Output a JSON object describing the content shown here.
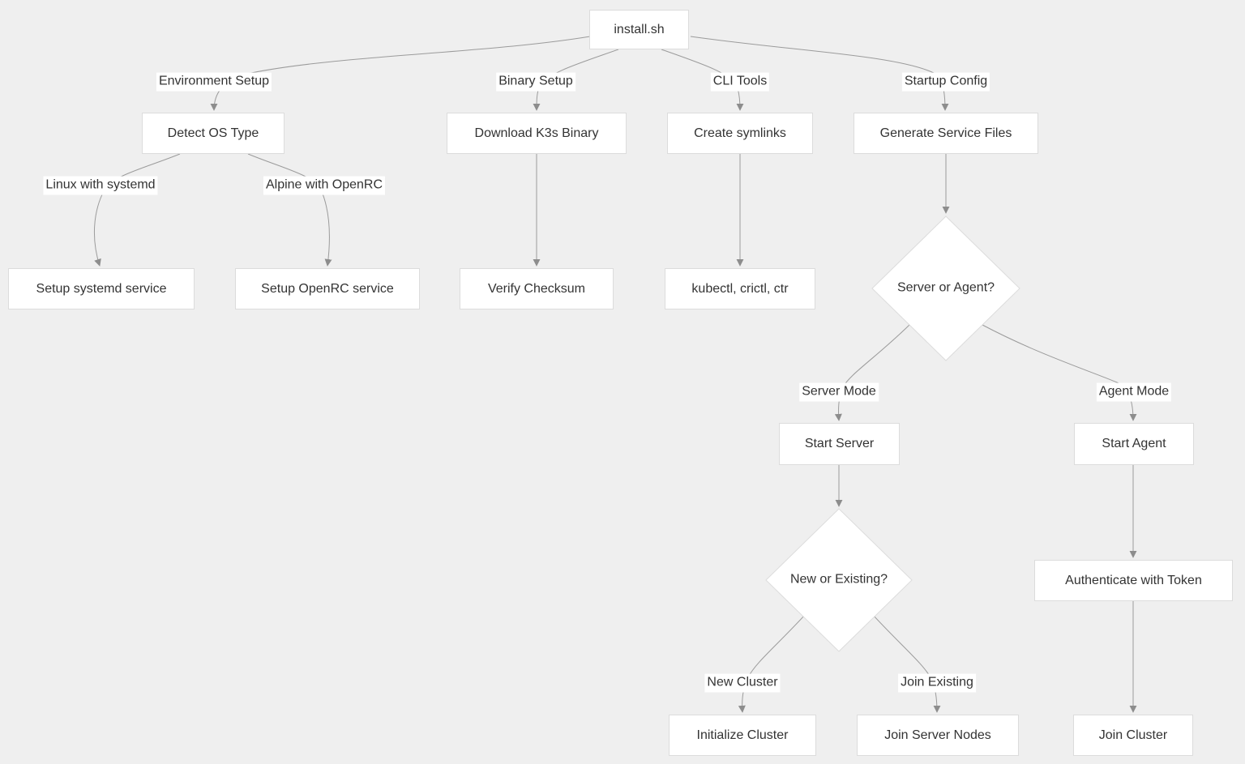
{
  "colors": {
    "background": "#efefef",
    "node_fill": "#ffffff",
    "node_border": "#dcdcdc",
    "edge": "#9b9b9b",
    "arrowhead": "#8d8d8d",
    "text": "#333333",
    "label_bg": "#ffffff"
  },
  "diagram": {
    "type": "flowchart",
    "direction": "top-down",
    "nodes": {
      "install": {
        "label": "install.sh",
        "shape": "rect"
      },
      "detect_os": {
        "label": "Detect OS Type",
        "shape": "rect"
      },
      "setup_systemd": {
        "label": "Setup systemd service",
        "shape": "rect"
      },
      "setup_openrc": {
        "label": "Setup OpenRC service",
        "shape": "rect"
      },
      "download_k3s": {
        "label": "Download K3s Binary",
        "shape": "rect"
      },
      "verify_checksum": {
        "label": "Verify Checksum",
        "shape": "rect"
      },
      "create_symlinks": {
        "label": "Create symlinks",
        "shape": "rect"
      },
      "cli_binaries": {
        "label": "kubectl, crictl, ctr",
        "shape": "rect"
      },
      "generate_service": {
        "label": "Generate Service Files",
        "shape": "rect"
      },
      "server_or_agent": {
        "label": "Server or Agent?",
        "shape": "diamond"
      },
      "start_server": {
        "label": "Start Server",
        "shape": "rect"
      },
      "start_agent": {
        "label": "Start Agent",
        "shape": "rect"
      },
      "new_or_existing": {
        "label": "New or Existing?",
        "shape": "diamond"
      },
      "initialize_cluster": {
        "label": "Initialize Cluster",
        "shape": "rect"
      },
      "join_server_nodes": {
        "label": "Join Server Nodes",
        "shape": "rect"
      },
      "authenticate_token": {
        "label": "Authenticate with Token",
        "shape": "rect"
      },
      "join_cluster": {
        "label": "Join Cluster",
        "shape": "rect"
      }
    },
    "edges": [
      {
        "from": "install",
        "to": "detect_os",
        "label": "Environment Setup"
      },
      {
        "from": "install",
        "to": "download_k3s",
        "label": "Binary Setup"
      },
      {
        "from": "install",
        "to": "create_symlinks",
        "label": "CLI Tools"
      },
      {
        "from": "install",
        "to": "generate_service",
        "label": "Startup Config"
      },
      {
        "from": "detect_os",
        "to": "setup_systemd",
        "label": "Linux with systemd"
      },
      {
        "from": "detect_os",
        "to": "setup_openrc",
        "label": "Alpine with OpenRC"
      },
      {
        "from": "download_k3s",
        "to": "verify_checksum",
        "label": ""
      },
      {
        "from": "create_symlinks",
        "to": "cli_binaries",
        "label": ""
      },
      {
        "from": "generate_service",
        "to": "server_or_agent",
        "label": ""
      },
      {
        "from": "server_or_agent",
        "to": "start_server",
        "label": "Server Mode"
      },
      {
        "from": "server_or_agent",
        "to": "start_agent",
        "label": "Agent Mode"
      },
      {
        "from": "start_server",
        "to": "new_or_existing",
        "label": ""
      },
      {
        "from": "new_or_existing",
        "to": "initialize_cluster",
        "label": "New Cluster"
      },
      {
        "from": "new_or_existing",
        "to": "join_server_nodes",
        "label": "Join Existing"
      },
      {
        "from": "start_agent",
        "to": "authenticate_token",
        "label": ""
      },
      {
        "from": "authenticate_token",
        "to": "join_cluster",
        "label": ""
      }
    ]
  }
}
